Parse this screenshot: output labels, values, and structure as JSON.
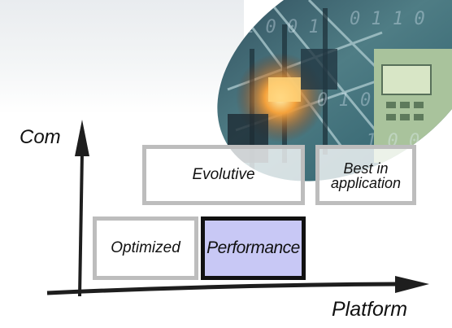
{
  "axes": {
    "vertical_label": "Com",
    "horizontal_label": "Platform"
  },
  "boxes": {
    "evolutive": "Evolutive",
    "best_in_application_line1": "Best in",
    "best_in_application_line2": "application",
    "optimized": "Optimized",
    "performance": "Performance"
  },
  "colors": {
    "highlight_fill": "#c8c8f5",
    "highlight_border": "#111111",
    "box_border": "#bdbdbd",
    "axis": "#1e1e1e"
  }
}
